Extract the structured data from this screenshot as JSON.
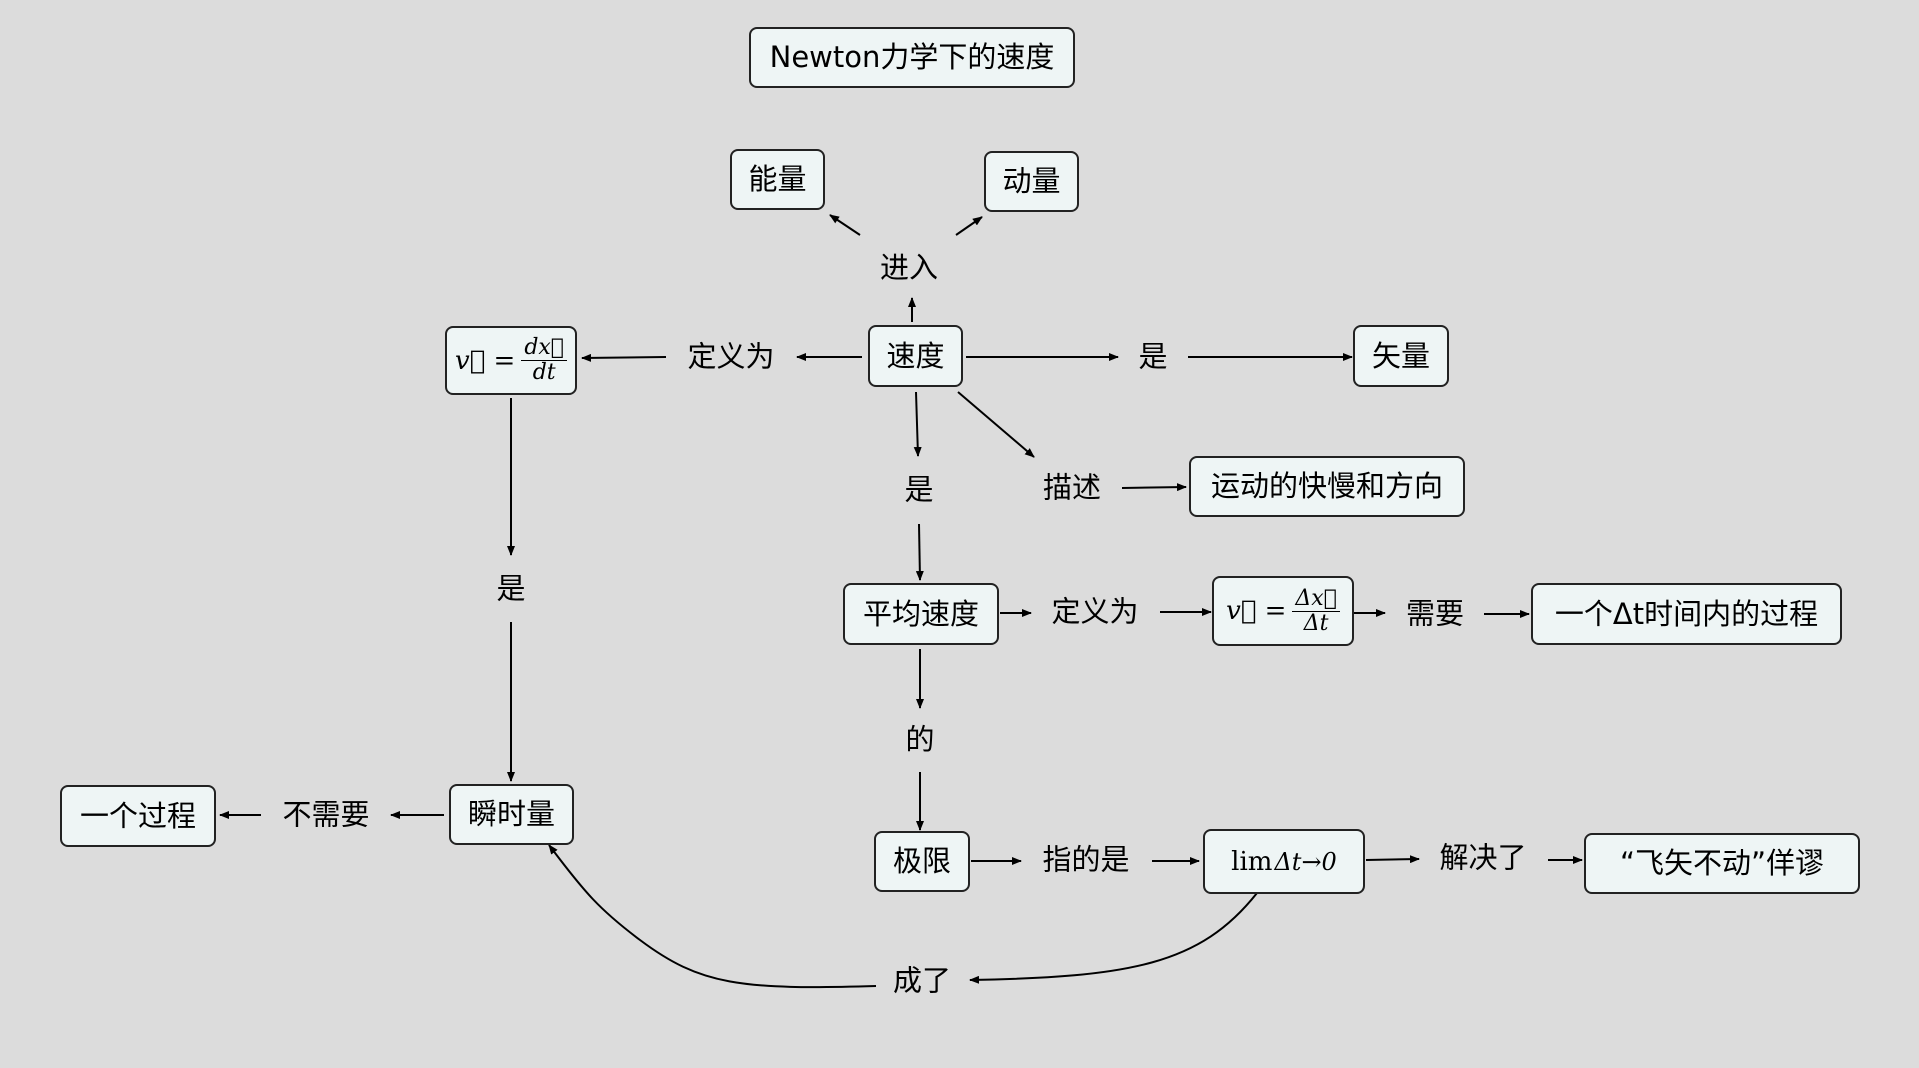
{
  "title": "Newton力学下的速度",
  "nodes": {
    "energy": "能量",
    "momentum": "动量",
    "velocity": "速度",
    "vector": "矢量",
    "velocity_def": {
      "lhs": "v⃗ =",
      "num": "dx⃗",
      "den": "dt"
    },
    "motion_desc": "运动的快慢和方向",
    "average_velocity": "平均速度",
    "avg_def": {
      "lhs": "v⃗ =",
      "num": "Δx⃗",
      "den": "Δt"
    },
    "delta_t_process": "一个Δt时间内的过程",
    "limit": "极限",
    "limit_expr": "lim",
    "limit_sub": "Δt→0",
    "paradox": "“飞矢不动”佯谬",
    "instantaneous": "瞬时量",
    "a_process": "一个过程"
  },
  "edge_labels": {
    "enter": "进入",
    "defined_as_left": "定义为",
    "is_right": "是",
    "is_down": "是",
    "describes": "描述",
    "defined_as_avg": "定义为",
    "needs": "需要",
    "of": "的",
    "refers_to": "指的是",
    "solved": "解决了",
    "is_left": "是",
    "not_needed": "不需要",
    "became": "成了"
  }
}
